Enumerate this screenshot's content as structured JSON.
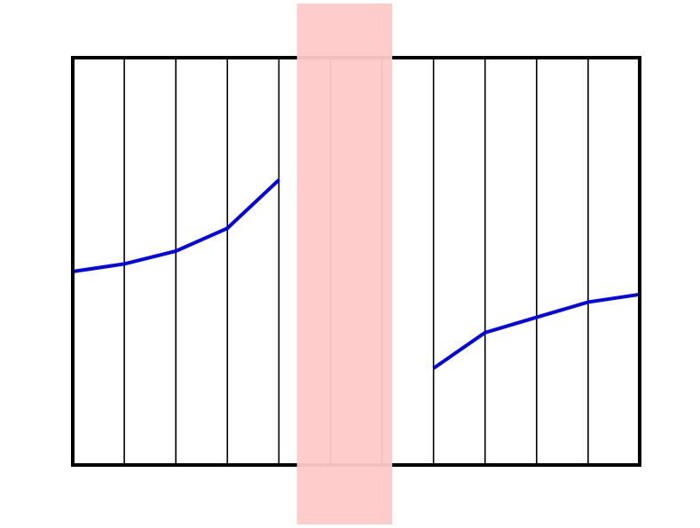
{
  "chart_data": {
    "type": "line",
    "title": "",
    "xlabel": "",
    "ylabel": "",
    "grid": {
      "vertical": true,
      "horizontal": false
    },
    "xlim": [
      0,
      11
    ],
    "ylim": [
      0,
      8
    ],
    "x_grid_values": [
      1,
      2,
      3,
      4,
      5,
      6,
      7,
      8,
      9,
      10
    ],
    "series": [
      {
        "values": [
          {
            "x": 0,
            "y": 3.8
          },
          {
            "x": 1,
            "y": 3.95
          },
          {
            "x": 2,
            "y": 4.2
          },
          {
            "x": 3,
            "y": 4.65
          },
          {
            "x": 4,
            "y": 5.6
          },
          {
            "x": 7,
            "y": 1.9
          },
          {
            "x": 8,
            "y": 2.6
          },
          {
            "x": 9,
            "y": 2.9
          },
          {
            "x": 10,
            "y": 3.2
          },
          {
            "x": 11,
            "y": 3.35
          }
        ],
        "segments": [
          [
            0,
            4
          ],
          [
            5,
            9
          ]
        ]
      }
    ],
    "highlight_band": {
      "x_start": 4.35,
      "x_end": 6.2
    },
    "colors": {
      "line": "#0000ee",
      "band": "#ffc9c9",
      "frame": "#000000",
      "grid": "#000000",
      "background": "#ffffff"
    }
  }
}
